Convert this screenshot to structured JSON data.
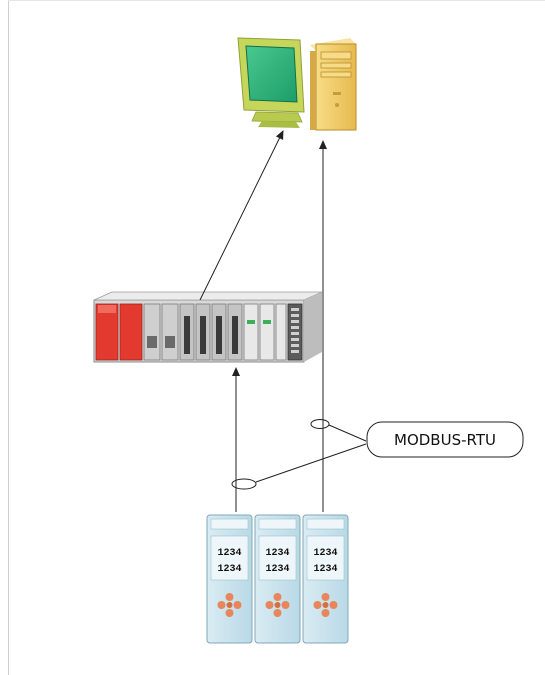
{
  "labels": {
    "protocol": "MODBUS-RTU"
  },
  "devices": {
    "computer": "desktop-computer",
    "plc": "plc-rack",
    "meters": [
      {
        "reading_top": "1234",
        "reading_bottom": "1234"
      },
      {
        "reading_top": "1234",
        "reading_bottom": "1234"
      },
      {
        "reading_top": "1234",
        "reading_bottom": "1234"
      }
    ]
  },
  "colors": {
    "monitor_screen": "#2fb37c",
    "monitor_body": "#c9d85a",
    "tower": "#f1cf6a",
    "plc_red": "#e23a2e",
    "meter_blue": "#cfe6f0",
    "meter_button": "#e7865a",
    "line": "#222222"
  }
}
